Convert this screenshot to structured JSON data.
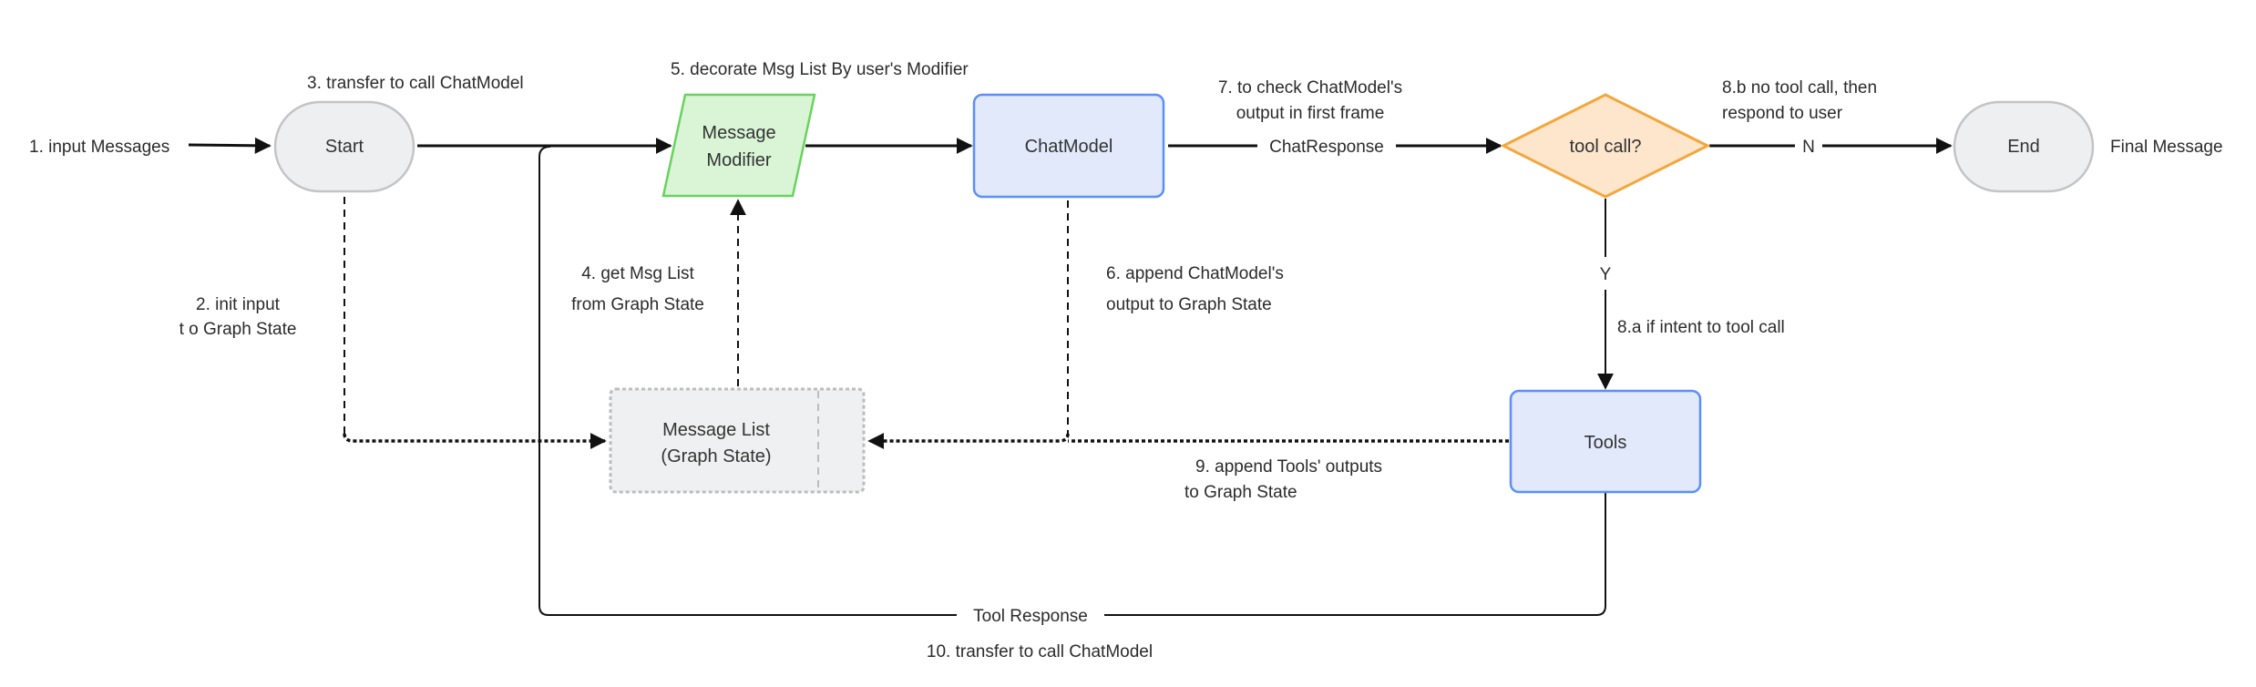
{
  "colors": {
    "terminal_fill": "#eeeff1",
    "terminal_stroke": "#c4c4c4",
    "modifier_fill": "#d9f5d6",
    "modifier_stroke": "#6ad25f",
    "process_fill": "#e1e9fb",
    "process_stroke": "#5b8ff9",
    "decision_fill": "#fde6cc",
    "decision_stroke": "#f5a53a",
    "state_fill": "#eff0f1",
    "state_stroke": "#bdbdbd"
  },
  "nodes": {
    "start": "Start",
    "modifier": [
      "Message",
      "Modifier"
    ],
    "chatmodel": "ChatModel",
    "decision": "tool call?",
    "end": "End",
    "tools": "Tools",
    "message_list": [
      "Message List",
      "(Graph State)"
    ]
  },
  "labels": {
    "input": "1. input Messages",
    "init": [
      "2. init input",
      "t o Graph State"
    ],
    "transfer": "3. transfer to call ChatModel",
    "get_list": [
      "4. get Msg List",
      "from Graph State"
    ],
    "decorate": "5. decorate Msg List By user's Modifier",
    "append_chat": [
      "6. append ChatModel's",
      "output to Graph State"
    ],
    "check": [
      "7. to check ChatModel's",
      "output in first frame"
    ],
    "chat_response": "ChatResponse",
    "intent": "8.a if intent to tool  call",
    "no_tool": [
      "8.b no tool call, then",
      "respond to user"
    ],
    "n": "N",
    "y": "Y",
    "append_tools": [
      "9. append Tools' outputs",
      "to Graph State"
    ],
    "tool_response": "Tool Response",
    "transfer_back": "10. transfer to  call ChatModel",
    "final": "Final Message"
  }
}
